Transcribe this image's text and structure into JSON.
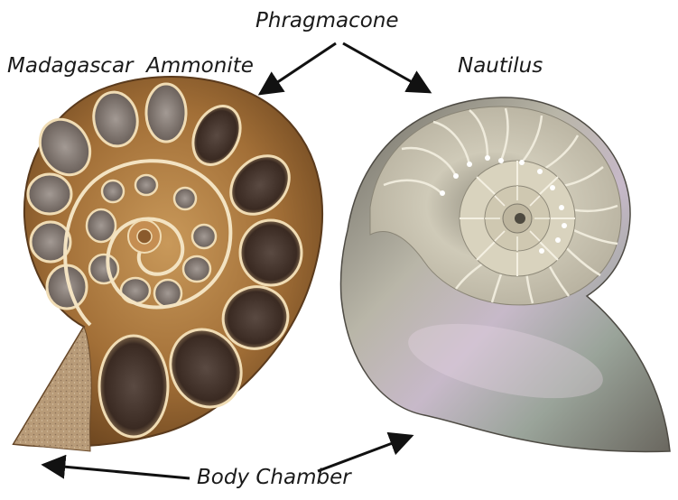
{
  "labels": {
    "phragmacone": "Phragmacone",
    "ammonite": "Madagascar  Ammonite",
    "nautilus": "Nautilus",
    "body_chamber": "Body Chamber"
  },
  "colors": {
    "ammonite_body": "#9a6a34",
    "ammonite_dark_chamber": "#3d2c22",
    "ammonite_septa": "#f0dcb4",
    "nautilus_shell": "#a9a595",
    "nautilus_pearl": "#d8d4c6",
    "arrow": "#111111"
  }
}
